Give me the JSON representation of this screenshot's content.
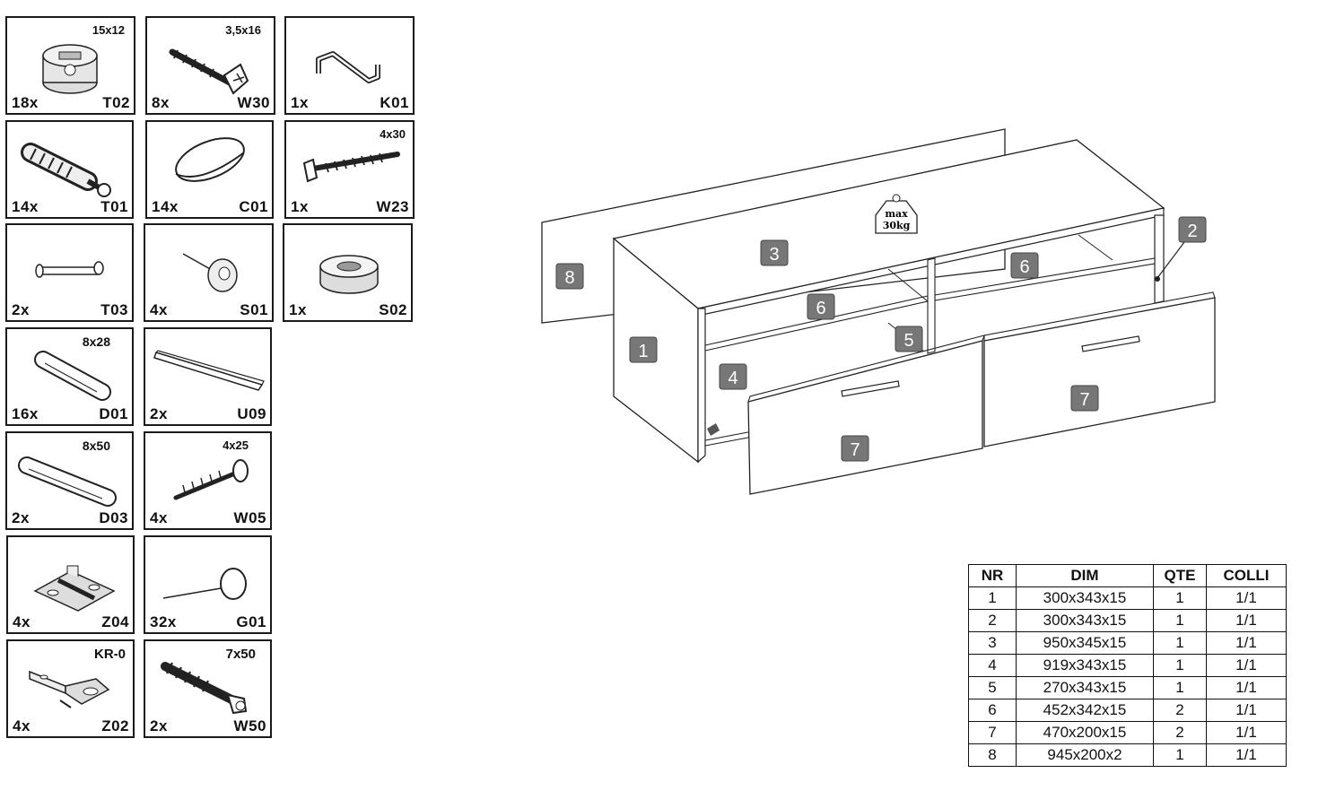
{
  "hardware": [
    {
      "qty": "18x",
      "code": "T02",
      "dim": "15x12",
      "icon": "cam-lock-icon"
    },
    {
      "qty": "8x",
      "code": "W30",
      "dim": "3,5x16",
      "icon": "screw-icon"
    },
    {
      "qty": "1x",
      "code": "K01",
      "dim": "",
      "icon": "allen-key-icon"
    },
    {
      "qty": "14x",
      "code": "T01",
      "dim": "",
      "icon": "cam-bolt-icon"
    },
    {
      "qty": "14x",
      "code": "C01",
      "dim": "",
      "icon": "cap-cover-icon"
    },
    {
      "qty": "1x",
      "code": "W23",
      "dim": "4x30",
      "icon": "long-screw-icon"
    },
    {
      "qty": "2x",
      "code": "T03",
      "dim": "",
      "icon": "connector-pin-icon"
    },
    {
      "qty": "4x",
      "code": "S01",
      "dim": "",
      "icon": "nail-glide-icon"
    },
    {
      "qty": "1x",
      "code": "S02",
      "dim": "",
      "icon": "round-foot-icon"
    },
    {
      "qty": "16x",
      "code": "D01",
      "dim": "8x28",
      "icon": "dowel-icon"
    },
    {
      "qty": "2x",
      "code": "U09",
      "dim": "",
      "icon": "rail-strip-icon"
    },
    {
      "qty": "2x",
      "code": "D03",
      "dim": "8x50",
      "icon": "long-dowel-icon"
    },
    {
      "qty": "4x",
      "code": "W05",
      "dim": "4x25",
      "icon": "washer-screw-icon"
    },
    {
      "qty": "4x",
      "code": "Z04",
      "dim": "",
      "icon": "mounting-plate-icon"
    },
    {
      "qty": "32x",
      "code": "G01",
      "dim": "",
      "icon": "pin-nail-icon"
    },
    {
      "qty": "4x",
      "code": "Z02",
      "dim": "KR-0",
      "icon": "hinge-icon"
    },
    {
      "qty": "2x",
      "code": "W50",
      "dim": "7x50",
      "icon": "wood-screw-icon"
    }
  ],
  "weight_label": {
    "line1": "max",
    "line2": "30kg"
  },
  "part_tags": [
    "1",
    "2",
    "3",
    "4",
    "5",
    "6",
    "6",
    "7",
    "7",
    "8"
  ],
  "table": {
    "headers": [
      "NR",
      "DIM",
      "QTE",
      "COLLI"
    ],
    "rows": [
      [
        "1",
        "300x343x15",
        "1",
        "1/1"
      ],
      [
        "2",
        "300x343x15",
        "1",
        "1/1"
      ],
      [
        "3",
        "950x345x15",
        "1",
        "1/1"
      ],
      [
        "4",
        "919x343x15",
        "1",
        "1/1"
      ],
      [
        "5",
        "270x343x15",
        "1",
        "1/1"
      ],
      [
        "6",
        "452x342x15",
        "2",
        "1/1"
      ],
      [
        "7",
        "470x200x15",
        "2",
        "1/1"
      ],
      [
        "8",
        "945x200x2",
        "1",
        "1/1"
      ]
    ]
  }
}
